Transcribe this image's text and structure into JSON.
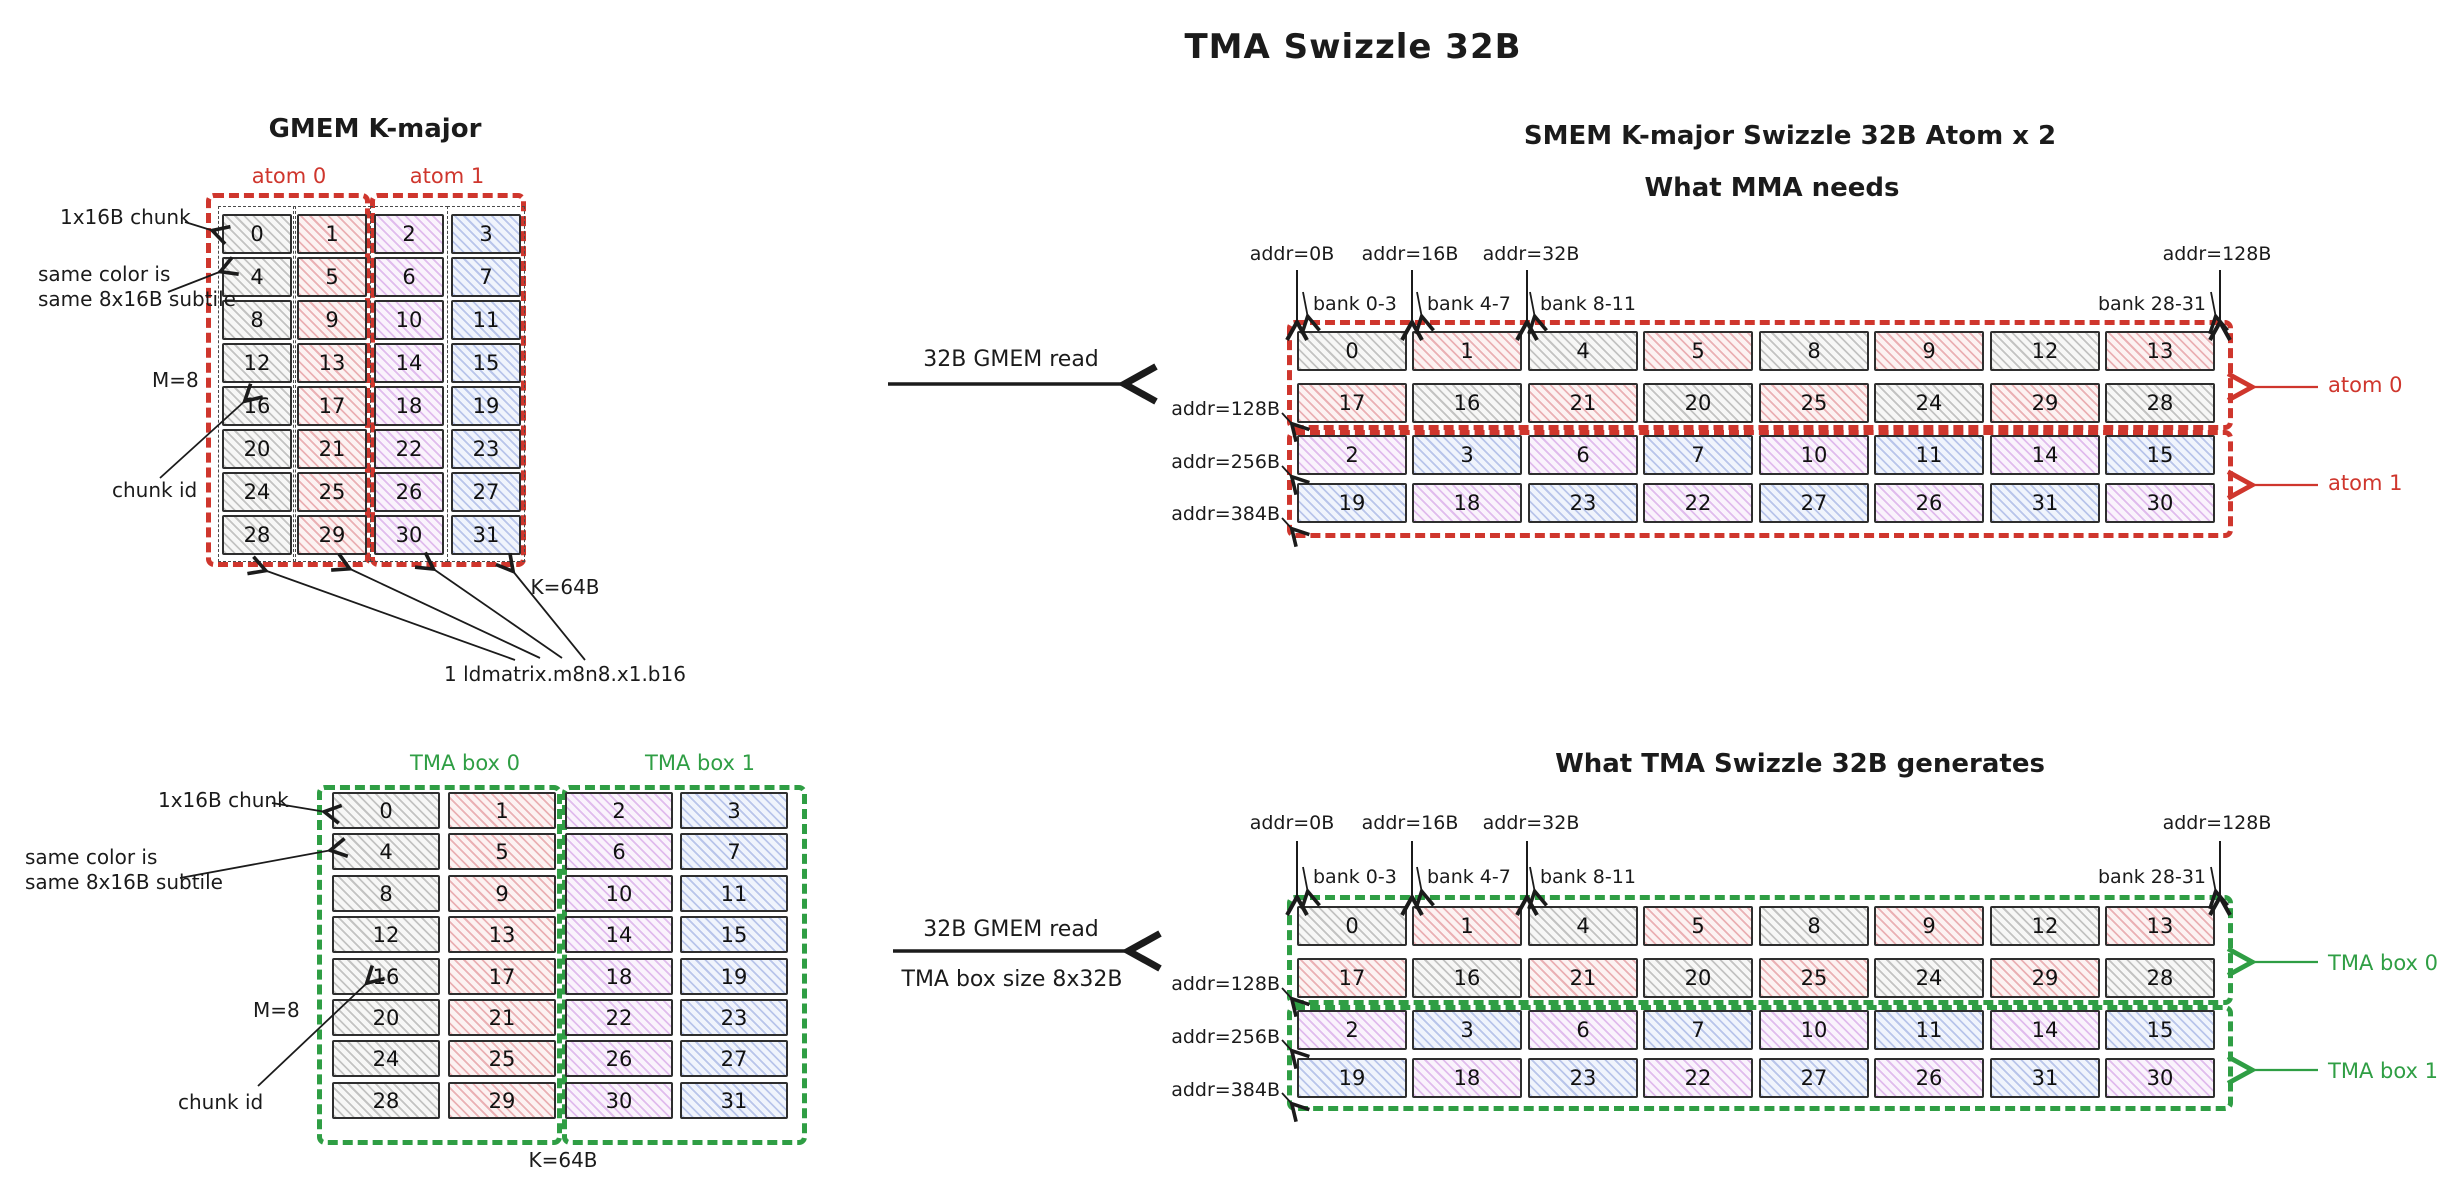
{
  "page_title": "TMA Swizzle 32B",
  "colors": {
    "red": "#cf362d",
    "green": "#2f9e44",
    "ink": "#1b1b1b"
  },
  "gmem": {
    "title": "GMEM K-major",
    "top_groups": [
      "atom 0",
      "atom 1"
    ],
    "bottom_groups": [
      "TMA box 0",
      "TMA box 1"
    ],
    "annotations": {
      "chunk": "1x16B chunk",
      "subtile": "same color is\nsame 8x16B subtile",
      "m": "M=8",
      "chunk_id": "chunk id",
      "k": "K=64B",
      "ldmatrix": "1 ldmatrix.m8n8.x1.b16"
    },
    "values": [
      [
        0,
        1,
        2,
        3
      ],
      [
        4,
        5,
        6,
        7
      ],
      [
        8,
        9,
        10,
        11
      ],
      [
        12,
        13,
        14,
        15
      ],
      [
        16,
        17,
        18,
        19
      ],
      [
        20,
        21,
        22,
        23
      ],
      [
        24,
        25,
        26,
        27
      ],
      [
        28,
        29,
        30,
        31
      ]
    ],
    "column_colors": [
      "gray",
      "pink",
      "purple",
      "blue"
    ]
  },
  "arrow_top": {
    "label": "32B GMEM read"
  },
  "arrow_bottom": {
    "label": "32B GMEM read",
    "sublabel": "TMA box size 8x32B"
  },
  "right_top": {
    "title": "SMEM K-major Swizzle 32B Atom x 2",
    "subtitle": "What MMA needs",
    "addr_top": [
      "addr=0B",
      "addr=16B",
      "addr=32B",
      "addr=128B"
    ],
    "banks": [
      "bank 0-3",
      "bank 4-7",
      "bank 8-11",
      "bank 28-31"
    ],
    "addr_left": [
      "addr=128B",
      "addr=256B",
      "addr=384B"
    ],
    "side_labels": [
      "atom 0",
      "atom 1"
    ]
  },
  "right_bottom": {
    "title": "What TMA Swizzle 32B generates",
    "addr_top": [
      "addr=0B",
      "addr=16B",
      "addr=32B",
      "addr=128B"
    ],
    "banks": [
      "bank 0-3",
      "bank 4-7",
      "bank 8-11",
      "bank 28-31"
    ],
    "addr_left": [
      "addr=128B",
      "addr=256B",
      "addr=384B"
    ],
    "side_labels": [
      "TMA box 0",
      "TMA box 1"
    ]
  },
  "smem_rows": {
    "values": [
      [
        0,
        1,
        4,
        5,
        8,
        9,
        12,
        13
      ],
      [
        17,
        16,
        21,
        20,
        25,
        24,
        29,
        28
      ],
      [
        2,
        3,
        6,
        7,
        10,
        11,
        14,
        15
      ],
      [
        19,
        18,
        23,
        22,
        27,
        26,
        31,
        30
      ]
    ],
    "colors": [
      [
        "gray",
        "pink",
        "gray",
        "pink",
        "gray",
        "pink",
        "gray",
        "pink"
      ],
      [
        "pink",
        "gray",
        "pink",
        "gray",
        "pink",
        "gray",
        "pink",
        "gray"
      ],
      [
        "purple",
        "blue",
        "purple",
        "blue",
        "purple",
        "blue",
        "purple",
        "blue"
      ],
      [
        "blue",
        "purple",
        "blue",
        "purple",
        "blue",
        "purple",
        "blue",
        "purple"
      ]
    ]
  }
}
